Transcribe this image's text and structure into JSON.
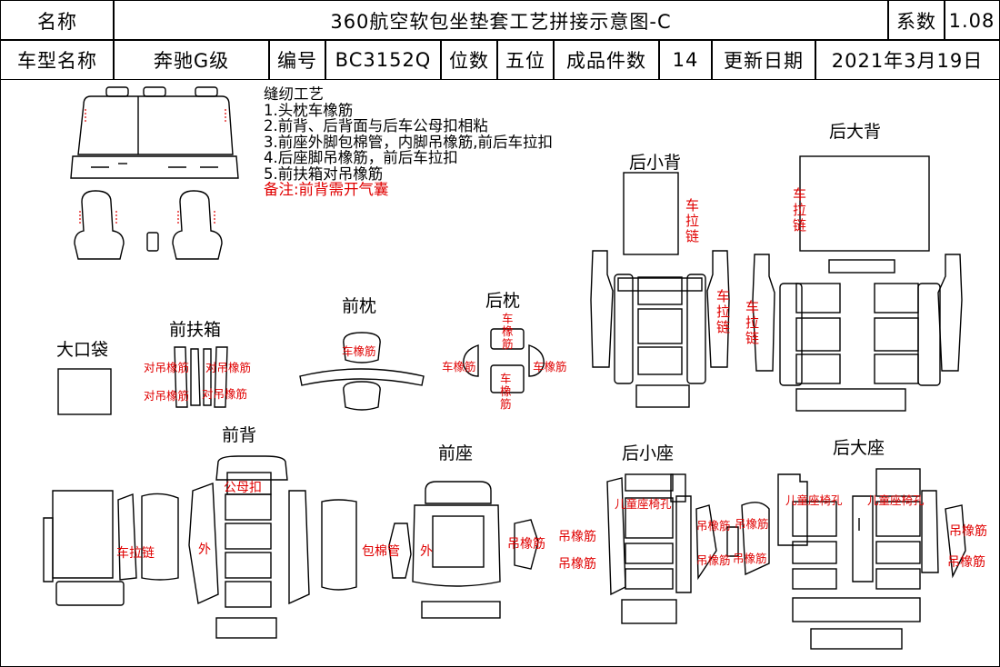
{
  "header": {
    "name_label": "名称",
    "title": "360航空软包坐垫套工艺拼接示意图-C",
    "coef_label": "系数",
    "coef_value": "1.08",
    "model_label": "车型名称",
    "model_value": "奔驰G级",
    "code_label": "编号",
    "code_value": "BC3152Q",
    "seats_label": "位数",
    "seats_value": "五位",
    "pieces_label": "成品件数",
    "pieces_value": "14",
    "date_label": "更新日期",
    "date_value": "2021年3月19日"
  },
  "notes": {
    "title": "缝纫工艺",
    "items": [
      "1.头枕车橡筋",
      "2.前背、后背面与后车公母扣相粘",
      "3.前座外脚包棉管，内脚吊橡筋,前后车拉扣",
      "4.后座脚吊橡筋，前后车拉扣",
      "5.前扶箱对吊橡筋"
    ],
    "remark": "备注:前背需开气囊"
  },
  "sections": {
    "big_pocket": "大口袋",
    "front_armrest": "前扶箱",
    "front_headrest": "前枕",
    "rear_headrest": "后枕",
    "rear_small_back": "后小背",
    "rear_big_back": "后大背",
    "front_back": "前背",
    "front_seat": "前座",
    "rear_small_seat": "后小座",
    "rear_big_seat": "后大座"
  },
  "annotations": {
    "hanging_elastic_pair": "对吊橡筋",
    "car_elastic": "车橡筋",
    "car_elastic_vertical": "车\n橡\n筋",
    "zipper_vertical": "车\n拉\n链",
    "zipper": "车拉链",
    "outer": "外",
    "snap": "公母扣",
    "cotton_tube": "包棉管",
    "hang_elastic": "吊橡筋",
    "child_seat_hole": "儿童座椅孔"
  },
  "colors": {
    "annotation": "#e00000",
    "line": "#000000"
  }
}
